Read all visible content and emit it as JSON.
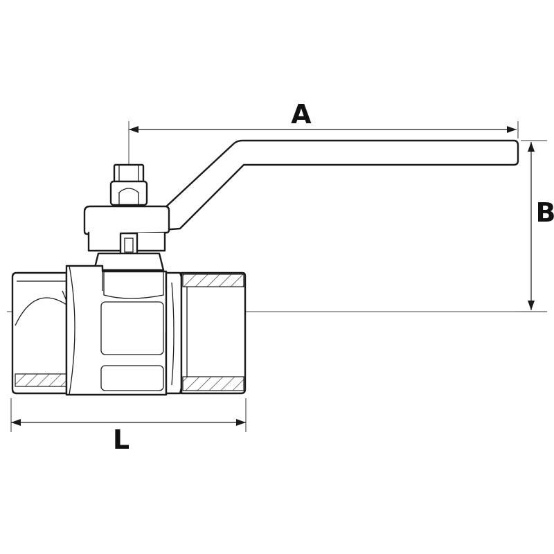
{
  "dimensions": {
    "a": {
      "label": "A"
    },
    "b": {
      "label": "B"
    },
    "l": {
      "label": "L"
    }
  },
  "colors": {
    "line": "#1a1a1a",
    "background": "#ffffff"
  }
}
